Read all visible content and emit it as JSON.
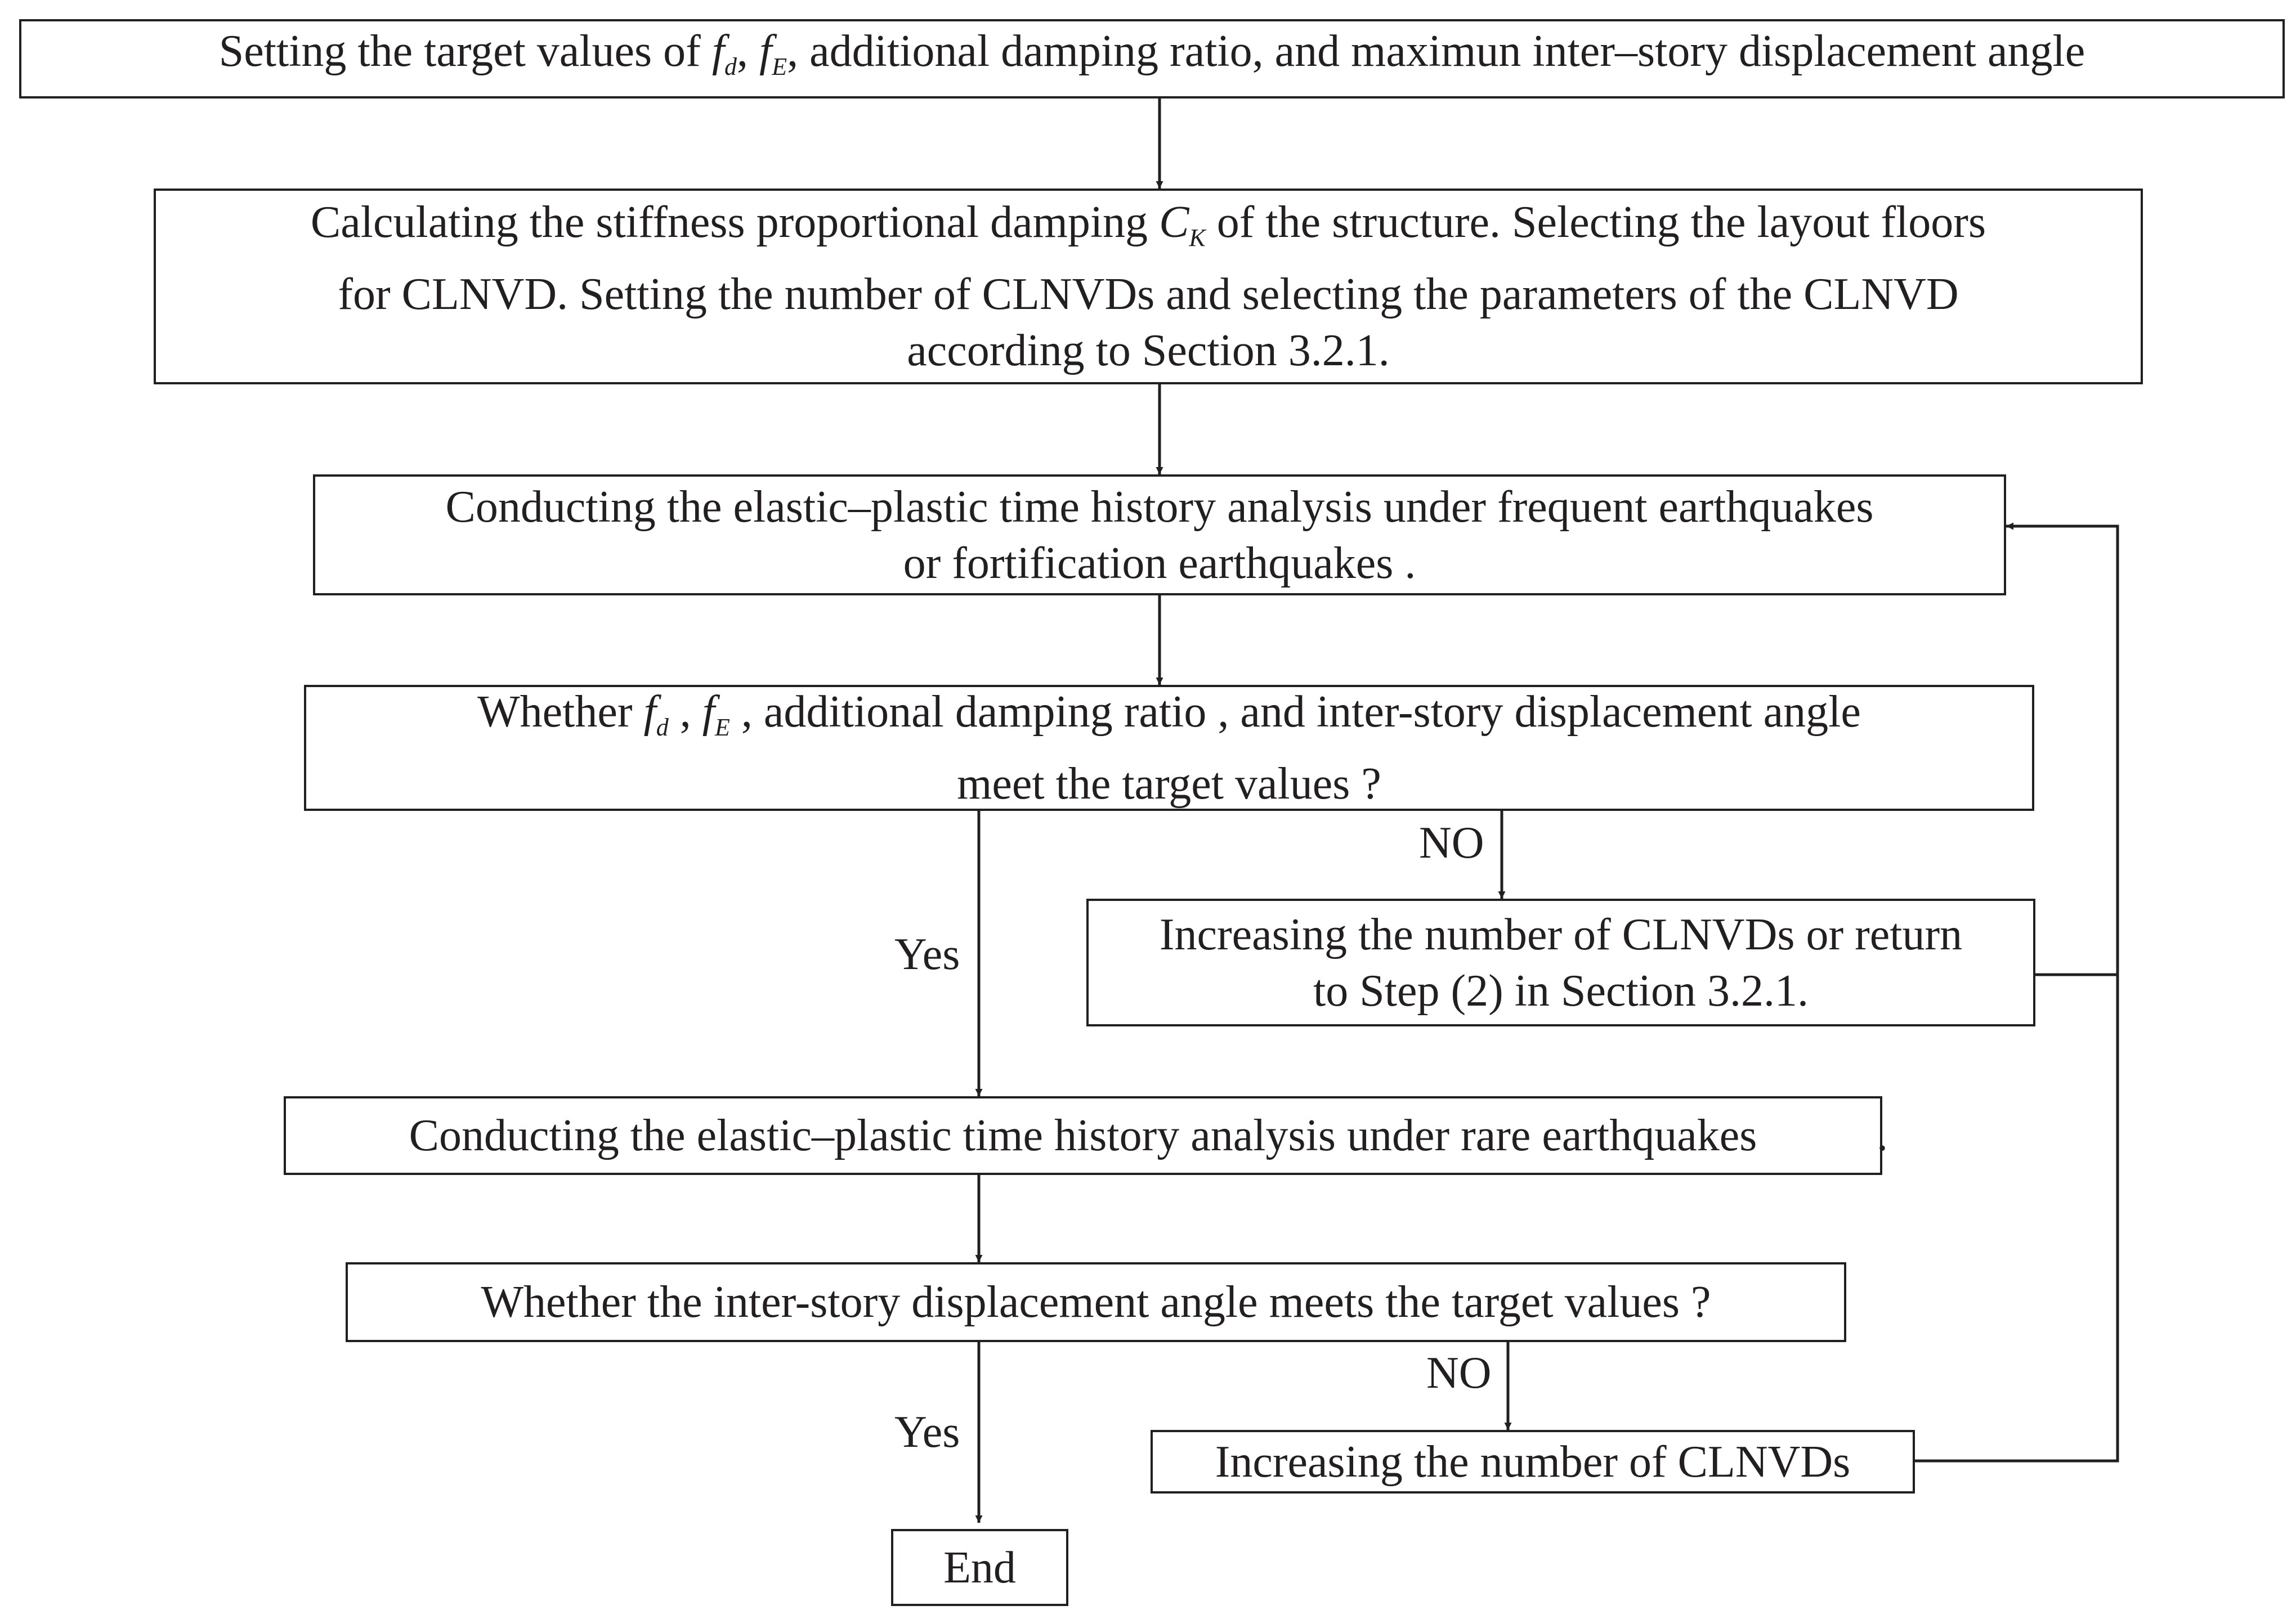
{
  "boxes": {
    "targets": {
      "before": "Setting  the target values of ",
      "f1": "f",
      "f1_sub": "d",
      "sep1": ", ",
      "f2": "f",
      "f2_sub": "E",
      "after": ", additional damping ratio, and  maximun inter–story displacement angle"
    },
    "damping": {
      "line1_before": "Calculating  the stiffness proportional damping ",
      "c": "C",
      "c_sub": "K",
      "line1_after": " of the structure. Selecting the layout floors",
      "line2": "for CLNVD. Setting the number of   CLNVDs and selecting the parameters of the CLNVD",
      "line3": "according to Section 3.2.1."
    },
    "frequent": {
      "line1": "Conducting the elastic–plastic time history analysis under frequent earthquakes",
      "line2": "or fortification earthquakes ."
    },
    "check1": {
      "before": "Whether ",
      "f1": "f",
      "f1_sub": "d",
      "sep1": " , ",
      "f2": "f",
      "f2_sub": "E",
      "after": " ,  additional damping ratio , and  inter-story displacement angle",
      "line2": "meet the  target values ?"
    },
    "increase1": {
      "line1": "Increasing the number of CLNVDs or return",
      "line2": "to Step (2) in Section 3.2.1."
    },
    "rare": {
      "text": "Conducting the elastic–plastic time history analysis under rare earthquakes",
      "stray": "."
    },
    "check2": {
      "text": "Whether  the  inter-story displacement angle  meets the  target values ?"
    },
    "increase2": {
      "text": "Increasing the number of CLNVDs"
    },
    "end": {
      "text": "End"
    }
  },
  "labels": {
    "no1": "NO",
    "yes1": "Yes",
    "no2": "NO",
    "yes2": "Yes"
  }
}
